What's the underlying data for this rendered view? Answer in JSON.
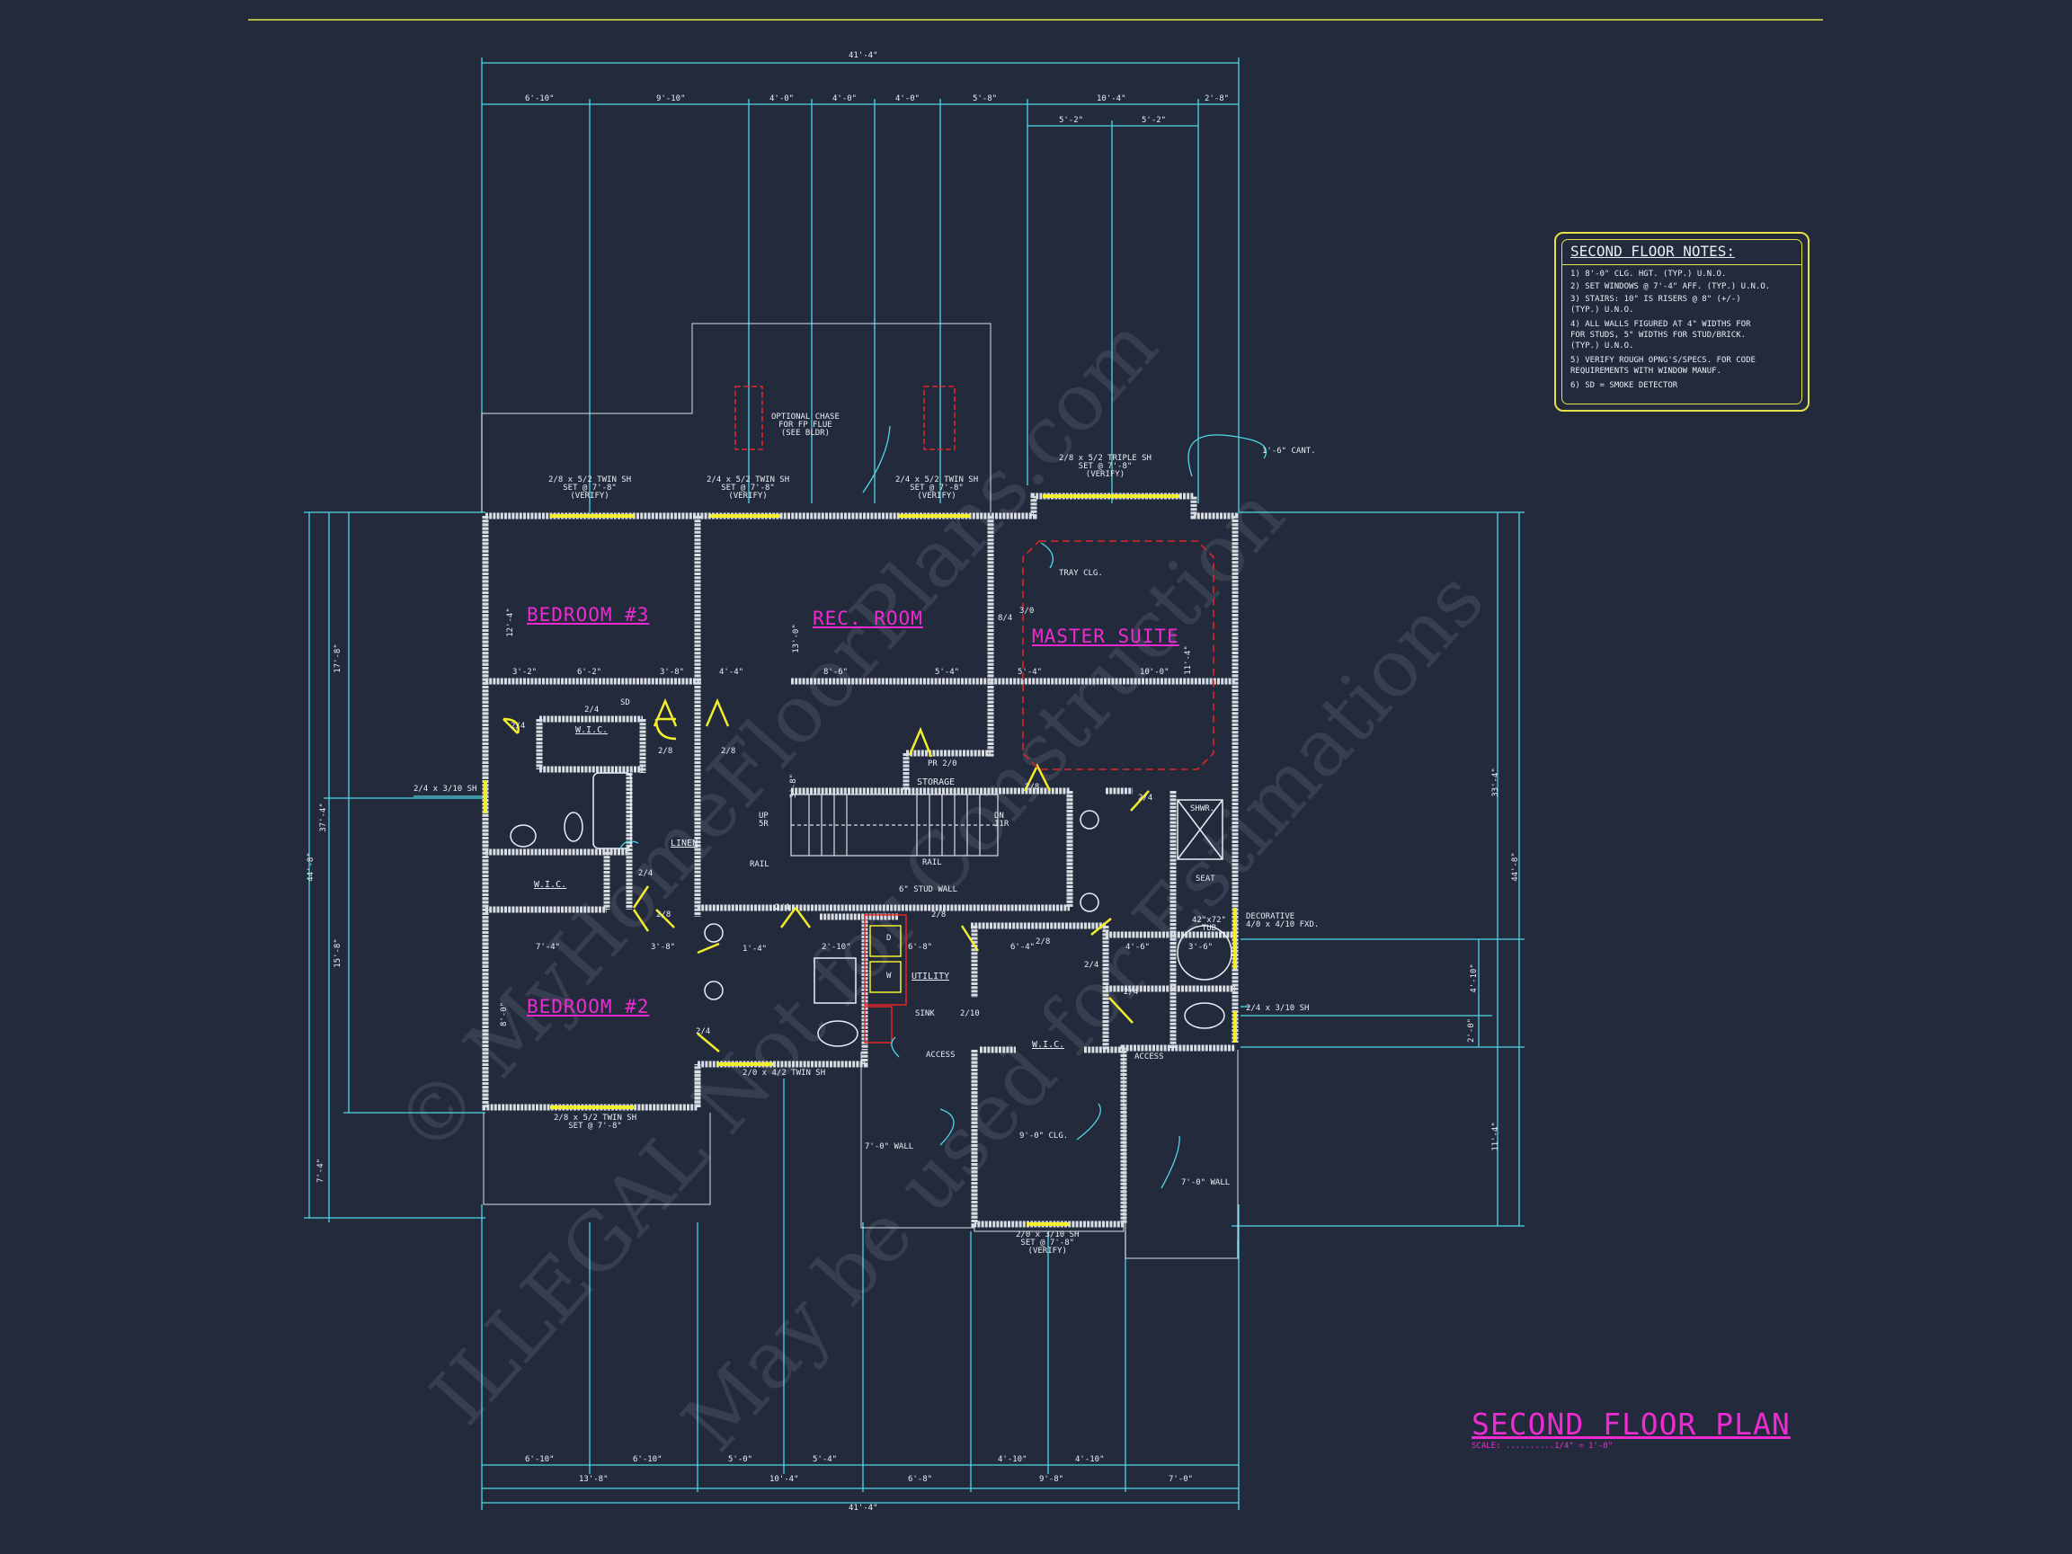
{
  "colors": {
    "background": "#222a3c",
    "dimension_lines": "#4fd8e8",
    "walls": "#d9dde4",
    "room_labels": "#ee2bd2",
    "windows_doors": "#f2ee2c",
    "chimney": "#e02626"
  },
  "overall_dims": {
    "top": "41'-4\"",
    "bottom": "41'-4\"",
    "left": "44'-8\"",
    "right": "44'-8\""
  },
  "top_dims": [
    "6'-10\"",
    "9'-10\"",
    "4'-0\"",
    "4'-0\"",
    "4'-0\"",
    "5'-8\"",
    "10'-4\"",
    "2'-8\""
  ],
  "top_sub_dims": [
    "5'-2\"",
    "5'-2\""
  ],
  "bottom_dims": [
    "6'-10\"",
    "6'-10\"",
    "5'-0\"",
    "5'-4\"",
    "6'-8\"",
    "4'-10\"",
    "4'-10\"",
    "7'-0\""
  ],
  "bottom_sub_dims": [
    "13'-8\"",
    "10'-4\"",
    "9'-8\""
  ],
  "left_dims": [
    "17'-8\"",
    "37'-4\"",
    "15'-8\"",
    "7'-4\""
  ],
  "right_dims": [
    "33'-4\"",
    "4'-10\"",
    "2'-0\"",
    "11'-4\""
  ],
  "rooms": {
    "bedroom3": "BEDROOM #3",
    "rec_room": "REC. ROOM",
    "master_suite": "MASTER SUITE",
    "bedroom2": "BEDROOM #2",
    "wic1": "W.I.C.",
    "wic2": "W.I.C.",
    "wic3": "W.I.C.",
    "utility": "UTILITY",
    "linen": "LINEN",
    "storage": "STORAGE"
  },
  "callouts": {
    "optional_chase": [
      "OPTIONAL CHASE",
      "FOR FP FLUE",
      "(SEE BLDR)"
    ],
    "window_b3": [
      "2/8 x 5/2 TWIN SH",
      "SET @ 7'-8\"",
      "(VERIFY)"
    ],
    "window_rec1": [
      "2/4 x 5/2 TWIN SH",
      "SET @ 7'-8\"",
      "(VERIFY)"
    ],
    "window_rec2": [
      "2/4 x 5/2 TWIN SH",
      "SET @ 7'-8\"",
      "(VERIFY)"
    ],
    "window_master": [
      "2/8 x 5/2 TRIPLE SH",
      "SET @ 7'-8\"",
      "(VERIFY)"
    ],
    "cant": "1'-6\" CANT.",
    "tray": "TRAY CLG.",
    "window_left": "2/4 x 3/10 SH",
    "stud_wall": "6\" STUD WALL",
    "decorative": [
      "DECORATIVE",
      "4/0 x 4/10 FXD."
    ],
    "window_right": "2/4 x 3/10 SH",
    "window_b2": [
      "2/8 x 5/2 TWIN SH",
      "SET @ 7'-8\""
    ],
    "window_bath": "2/0 x 4/2 TWIN SH",
    "wall_left": "7'-0\" WALL",
    "clg": "9'-0\" CLG.",
    "wall_right": "7'-0\" WALL",
    "window_wic": [
      "2/0 x 3/10 SH",
      "SET @ 7'-8\"",
      "(VERIFY)"
    ],
    "access1": "ACCESS",
    "access2": "ACCESS",
    "sink": "SINK",
    "shwr": "SHWR.",
    "seat": "SEAT",
    "tub": [
      "42\"x72\"",
      "TUB"
    ],
    "up": [
      "UP",
      "5R"
    ],
    "dn": [
      "DN",
      "11R"
    ],
    "rail1": "RAIL",
    "rail2": "RAIL",
    "pr": "PR 2/0",
    "sd": "SD",
    "d": "D",
    "w": "W"
  },
  "interior_dims": [
    "3'-2\"",
    "6'-2\"",
    "3'-8\"",
    "4'-4\"",
    "8'-6\"",
    "5'-4\"",
    "5'-4\"",
    "10'-0\"",
    "12'-4\"",
    "13'-0\"",
    "11'-4\"",
    "3'-8\"",
    "1'-4\"",
    "2'-10\"",
    "6'-8\"",
    "6'-4\"",
    "4'-6\"",
    "3'-6\"",
    "7'-4\"",
    "3'-8\"",
    "8'-0\""
  ],
  "door_labels": [
    "2/4",
    "2/4",
    "2/8",
    "2/8",
    "2/8",
    "2/4",
    "2/8",
    "2/4",
    "2/8",
    "2/4",
    "2/8",
    "2/4",
    "2/10",
    "2/4",
    "2/4",
    "8/4",
    "3/0"
  ],
  "notes": {
    "title": "SECOND FLOOR NOTES:",
    "items": [
      "1) 8'-0\" CLG. HGT. (TYP.) U.N.O.",
      "2) SET WINDOWS @ 7'-4\" AFF. (TYP.) U.N.O.",
      "3) STAIRS: 10\" IS RISERS @ 8\" (+/-)",
      "   (TYP.) U.N.O.",
      "4) ALL WALLS FIGURED AT 4\" WIDTHS FOR",
      "   FOR STUDS, 5\" WIDTHS FOR STUD/BRICK.",
      "   (TYP.) U.N.O.",
      "5) VERIFY ROUGH OPNG'S/SPECS. FOR CODE",
      "   REQUIREMENTS WITH WINDOW MANUF.",
      "6) SD = SMOKE DETECTOR"
    ]
  },
  "plan_title": "SECOND FLOOR PLAN",
  "scale": "SCALE: ..........1/4\" = 1'-0\""
}
